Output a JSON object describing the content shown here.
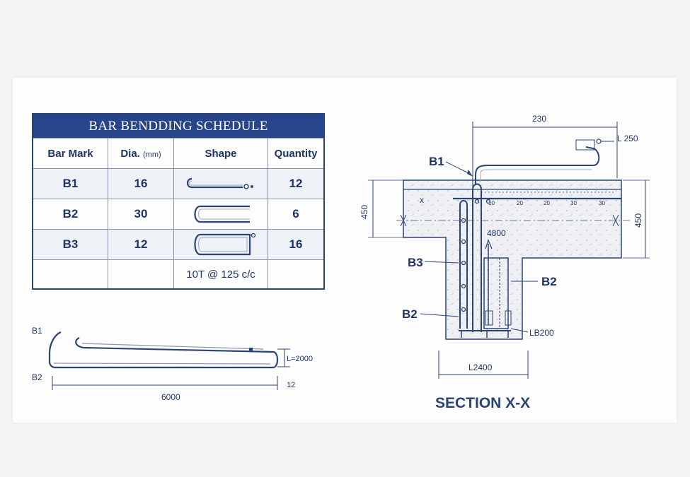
{
  "schedule": {
    "title": "BAR BENDDING SCHEDULE",
    "headers": {
      "mark": "Bar Mark",
      "dia": "Dia.",
      "dia_unit": "(mm)",
      "shape": "Shape",
      "qty": "Quantity"
    },
    "rows": [
      {
        "mark": "B1",
        "dia": "16",
        "qty": "12"
      },
      {
        "mark": "B2",
        "dia": "30",
        "qty": "6"
      },
      {
        "mark": "B3",
        "dia": "12",
        "qty": "16"
      }
    ],
    "note": "10T @ 125 c/c"
  },
  "bar_detail": {
    "label_top": "B1",
    "label_bottom": "B2",
    "length": "6000",
    "dim_right": "L=2000",
    "dim_small": "12"
  },
  "section": {
    "title": "SECTION X-X",
    "dim_top": "230",
    "dim_right_top": "L 250",
    "dim_left": "450",
    "dim_right": "450",
    "dim_inner": "4800",
    "dim_bottom": "L2400",
    "dim_lb": "LB200",
    "mark_x": "x",
    "labels": {
      "b1": "B1",
      "b3": "B3",
      "b2_right": "B2",
      "b2_left": "B2"
    },
    "ticks": [
      "10",
      "20",
      "20",
      "30",
      "30"
    ]
  },
  "colors": {
    "ink": "#1f3467",
    "header": "#26458a",
    "concrete": "#eceef1"
  }
}
